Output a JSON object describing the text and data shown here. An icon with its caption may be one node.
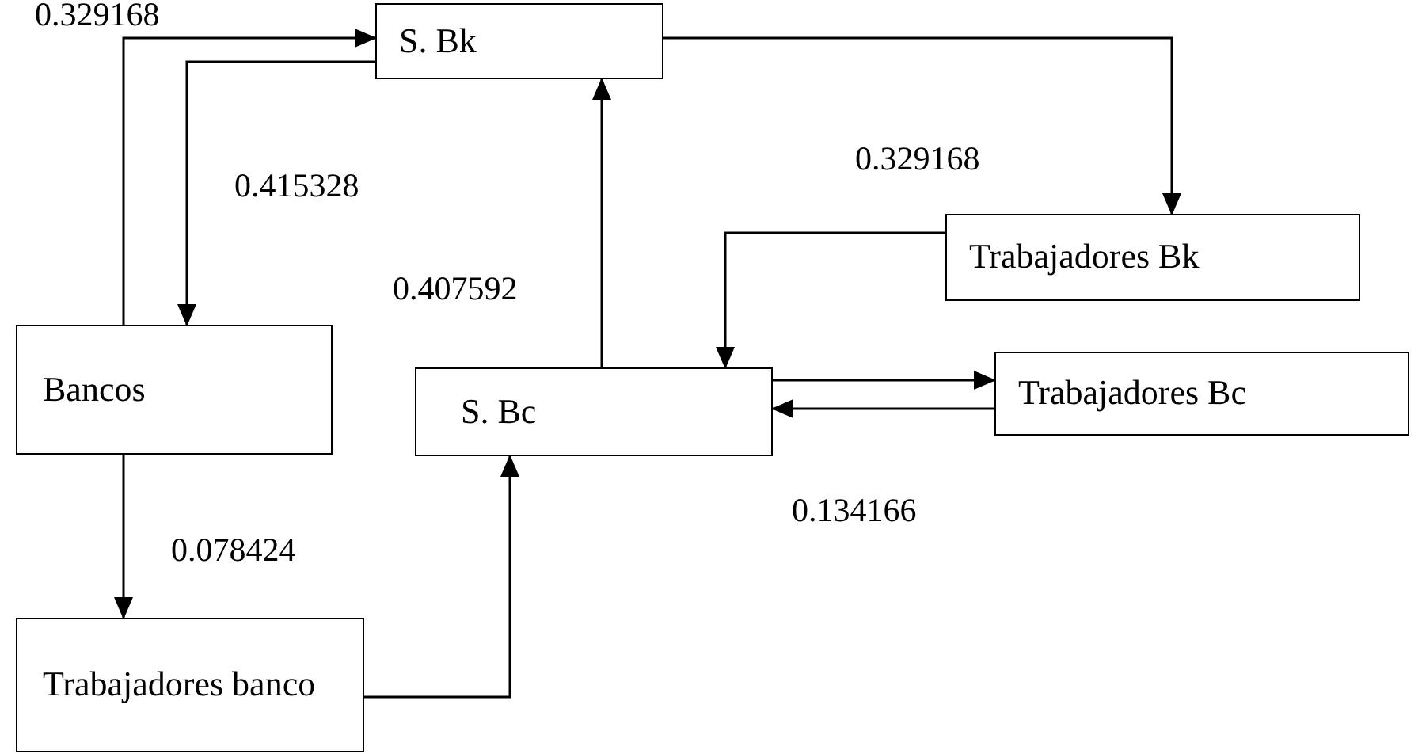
{
  "diagram": {
    "nodes": [
      {
        "text": [
          "S. Bk"
        ]
      },
      {
        "text": [
          "Trabajadores Bk"
        ]
      },
      {
        "text": [
          "Bancos"
        ]
      },
      {
        "text": [
          "S. Bc"
        ]
      },
      {
        "text": [
          "Trabajadores Bc"
        ]
      },
      {
        "text": [
          "Trabajadores banco"
        ]
      }
    ],
    "edges": [
      {
        "from": 2,
        "to": 0,
        "arrow": "to",
        "label": "0.329168"
      },
      {
        "from": 0,
        "to": 2,
        "arrow": "to",
        "label": "0.415328"
      },
      {
        "from": 0,
        "to": 1,
        "arrow": "to",
        "label": "0.329168"
      },
      {
        "from": 1,
        "to": 3,
        "arrow": "to"
      },
      {
        "from": 3,
        "to": 0,
        "arrow": "to",
        "label": "0.407592"
      },
      {
        "from": 3,
        "to": 4,
        "arrow": "to"
      },
      {
        "from": 4,
        "to": 3,
        "arrow": "to",
        "label": "0.134166"
      },
      {
        "from": 2,
        "to": 5,
        "arrow": "to",
        "label": "0.078424"
      },
      {
        "from": 5,
        "to": 3,
        "arrow": "to"
      }
    ]
  }
}
